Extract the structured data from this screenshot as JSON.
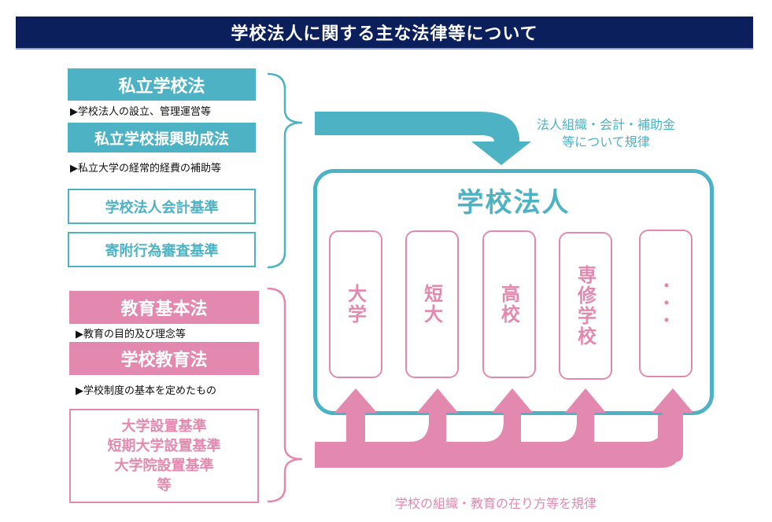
{
  "header": {
    "title": "学校法人に関する主な法律等について"
  },
  "teal_group": {
    "laws": [
      {
        "name": "私立学校法",
        "note": "▶学校法人の設立、管理運営等"
      },
      {
        "name": "私立学校振興助成法",
        "note": "▶私立大学の経常的経費の補助等"
      }
    ],
    "standards": [
      "学校法人会計基準",
      "寄附行為審査基準"
    ],
    "arrow_caption": [
      "法人組織・会計・補助金",
      "等について規律"
    ]
  },
  "pink_group": {
    "laws": [
      {
        "name": "教育基本法",
        "note": "▶教育の目的及び理念等"
      },
      {
        "name": "学校教育法",
        "note": "▶学校制度の基本を定めたもの"
      }
    ],
    "standards": [
      "大学設置基準",
      "短期大学設置基準",
      "大学院設置基準",
      "等"
    ],
    "arrow_caption": "学校の組織・教育の在り方等を規律"
  },
  "corporation": {
    "title": "学校法人",
    "schools": [
      "大学",
      "短大",
      "高校",
      "専修学校",
      "・・・"
    ]
  },
  "colors": {
    "header": "#0b1f5c",
    "teal": "#4db3c4",
    "pink": "#e389b0"
  }
}
